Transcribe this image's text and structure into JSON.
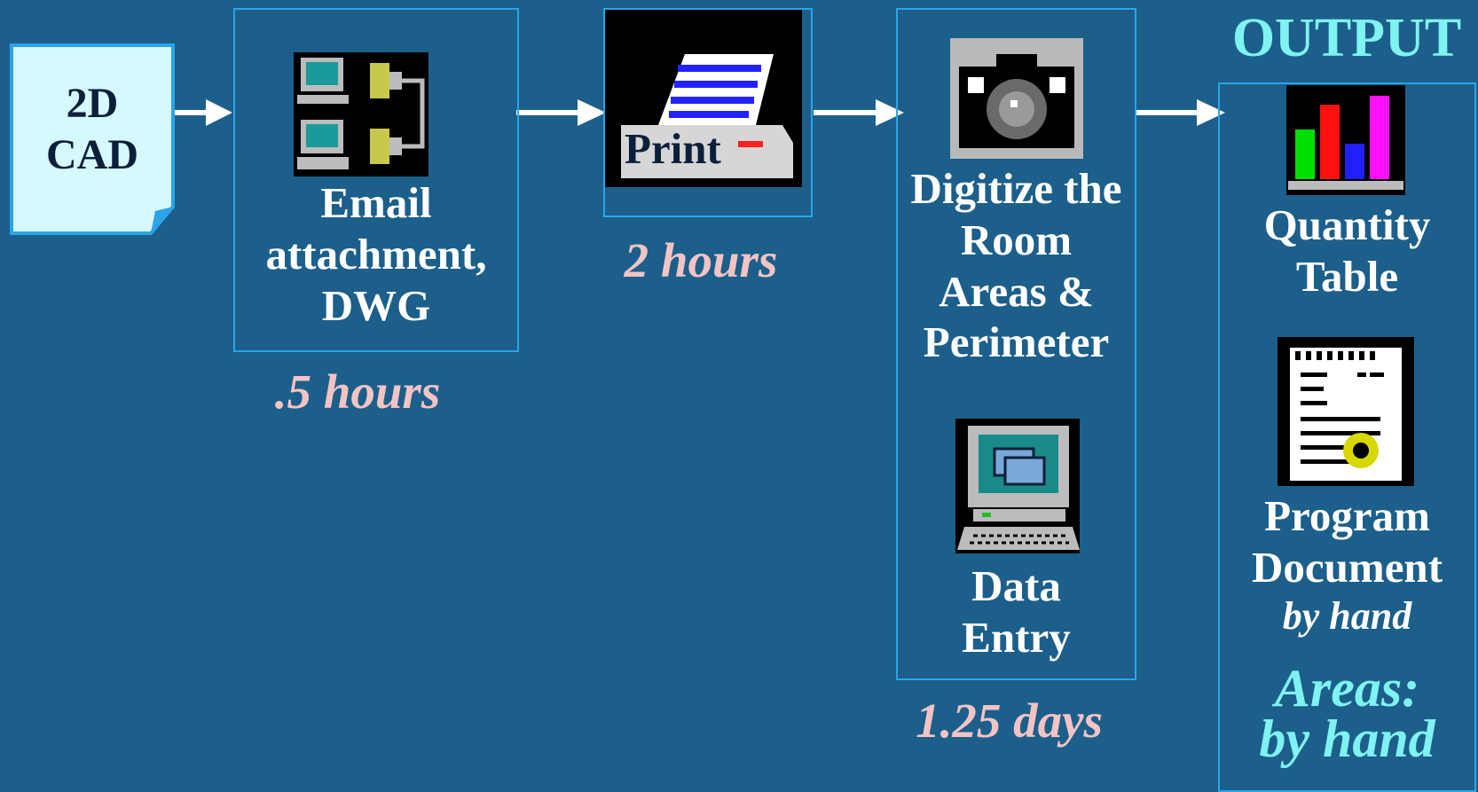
{
  "colors": {
    "background": "#1c5f8b",
    "box_border": "#2aa5e8",
    "label_text": "#ffffff",
    "time_text": "#f4c4c4",
    "output_heading": "#7ff2f2",
    "cad_note_fill": "#d6f8ff"
  },
  "input": {
    "line1": "2D",
    "line2": "CAD"
  },
  "steps": [
    {
      "icon": "networked-computers-icon",
      "label_lines": [
        "Email",
        "attachment,",
        "DWG"
      ],
      "time": ".5 hours"
    },
    {
      "icon": "printer-icon",
      "icon_text": "Print",
      "time": "2 hours"
    },
    {
      "icon": "camera-icon",
      "label_lines": [
        "Digitize the",
        "Room",
        "Areas &",
        "Perimeter"
      ],
      "icon2": "computer-icon",
      "label2_lines": [
        "Data",
        "Entry"
      ],
      "time": "1.25 days"
    }
  ],
  "output": {
    "heading": "OUTPUT",
    "items": [
      {
        "icon": "bar-chart-icon",
        "label_lines": [
          "Quantity",
          "Table"
        ]
      },
      {
        "icon": "document-icon",
        "label_lines": [
          "Program",
          "Document"
        ],
        "note": "by hand"
      }
    ],
    "footer_lines": [
      "Areas:",
      "by hand"
    ]
  }
}
